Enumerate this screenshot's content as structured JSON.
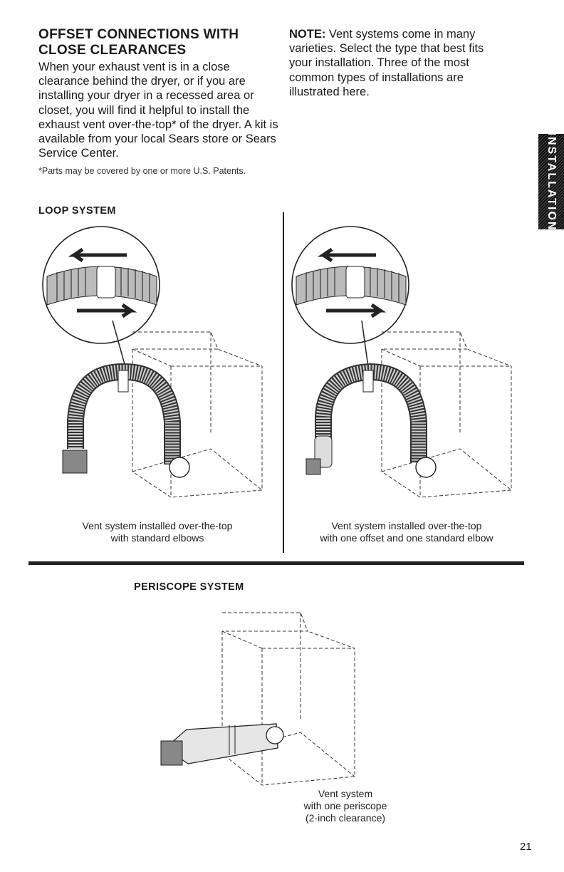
{
  "heading": "OFFSET CONNECTIONS WITH CLOSE CLEARANCES",
  "intro": "When your exhaust vent is in a close clearance behind the dryer, or if you are installing your dryer in a recessed area or closet, you will find it helpful to install the exhaust vent over-the-top* of the dryer. A kit is available from your local Sears store or Sears Service Center.",
  "footnote": "*Parts may be covered by one or more U.S. Patents.",
  "note": {
    "label": "NOTE:",
    "text": " Vent systems come in many varieties. Select the type that best fits your installation. Three of the most common types of installations are illustrated here."
  },
  "side_tab": "INSTALLATION",
  "loop_heading": "LOOP SYSTEM",
  "periscope_heading": "PERISCOPE SYSTEM",
  "captions": {
    "standard_line1": "Vent system installed over-the-top",
    "standard_line2": "with standard elbows",
    "offset_line1": "Vent system installed over-the-top",
    "offset_line2": "with one offset and one standard elbow",
    "periscope_line1": "Vent system",
    "periscope_line2": "with one periscope",
    "periscope_line3": "(2-inch clearance)"
  },
  "page_number": "21"
}
